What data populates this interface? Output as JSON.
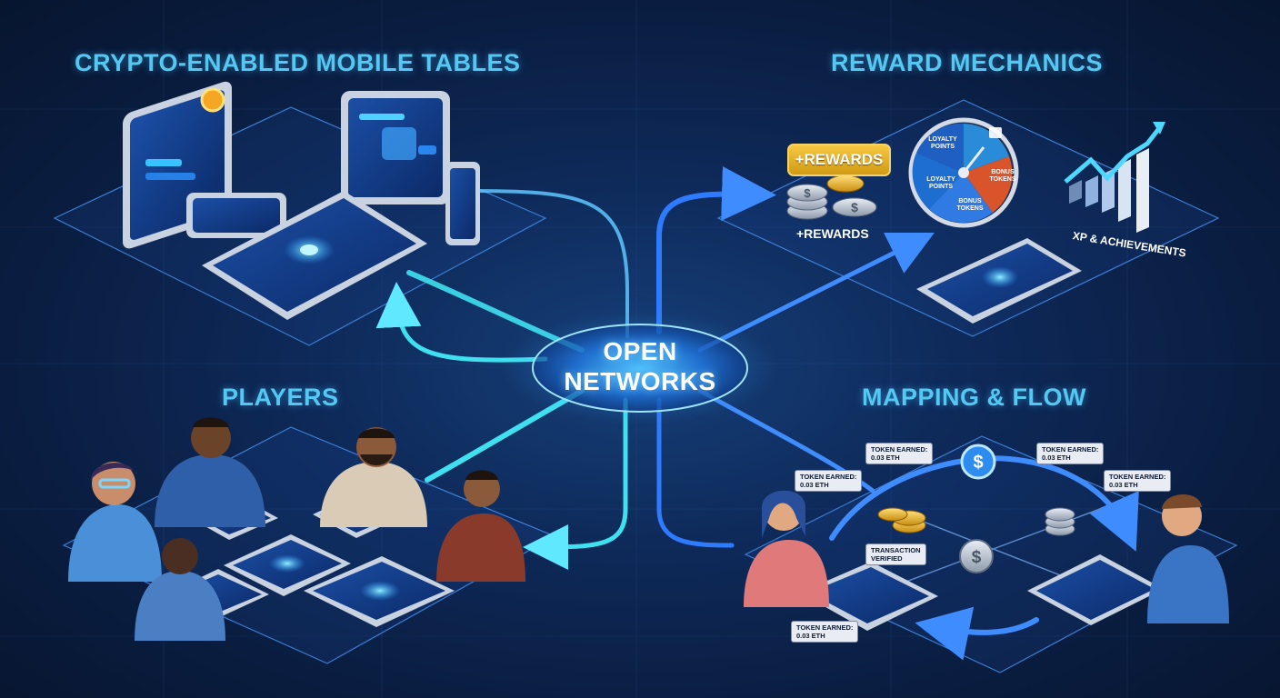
{
  "sections": {
    "tables_title": "CRYPTO-ENABLED MOBILE TABLES",
    "rewards_title": "REWARD MECHANICS",
    "players_title": "PLAYERS",
    "mapping_title": "MAPPING & FLOW"
  },
  "hub": {
    "line1": "OPEN",
    "line2": "NETWORKS"
  },
  "rewards": {
    "badge": "+REWARDS",
    "caption": "+REWARDS",
    "wheel": {
      "top_left": "LOYALTY POINTS",
      "bottom_left": "LOYALTY POINTS",
      "right": "BONUS TOKENS",
      "bottom": "BONUS TOKENS"
    },
    "xp_caption": "XP & ACHIEVEMENTS"
  },
  "flow": {
    "token_line1": "TOKEN EARNED:",
    "token_line2": "0.03 ETH",
    "transaction_line1": "TRANSACTION",
    "transaction_line2": "VERIFIED"
  },
  "colors": {
    "background": "#0a1d40",
    "title": "#55c8f2",
    "flow_cyan": "#3fe0f0",
    "flow_blue": "#2f7bff",
    "gold": "#f5c842"
  }
}
